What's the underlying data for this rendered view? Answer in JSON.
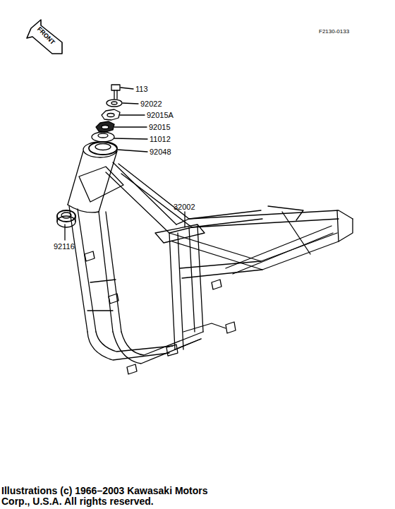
{
  "diagram": {
    "labels": [
      "FRONT",
      "F2130-0133",
      "113",
      "92022",
      "92015A",
      "92015",
      "11012",
      "92048",
      "32002",
      "92116",
      "Illustrations (c) 1966–2003 Kawasaki Motors Corp., U.S.A.  All rights reserved."
    ]
  }
}
